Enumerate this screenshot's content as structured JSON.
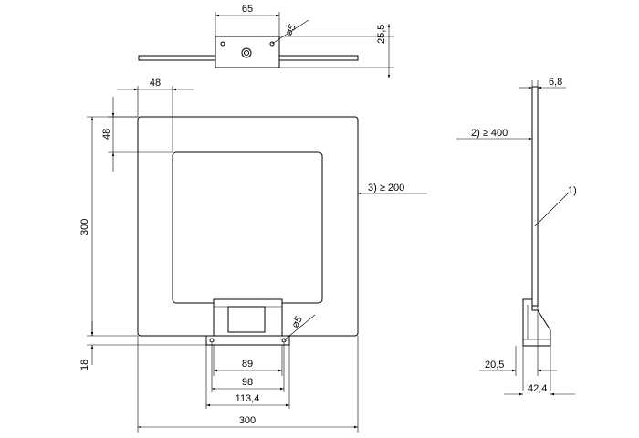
{
  "dimensions": {
    "top_width": "65",
    "top_hole": "⌀5",
    "top_height": "25,5",
    "frame_margin_x": "48",
    "frame_margin_y": "48",
    "overall_height": "300",
    "bottom_offset": "18",
    "bracket_89": "89",
    "bracket_98": "98",
    "bracket_113": "113,4",
    "overall_width": "300",
    "front_hole": "⌀5",
    "side_thickness": "6,8",
    "side_base_a": "20,5",
    "side_base_b": "42,4"
  },
  "notes": {
    "note1": "1)",
    "note2": "2) ≥ 400",
    "note3": "3) ≥ 200"
  }
}
